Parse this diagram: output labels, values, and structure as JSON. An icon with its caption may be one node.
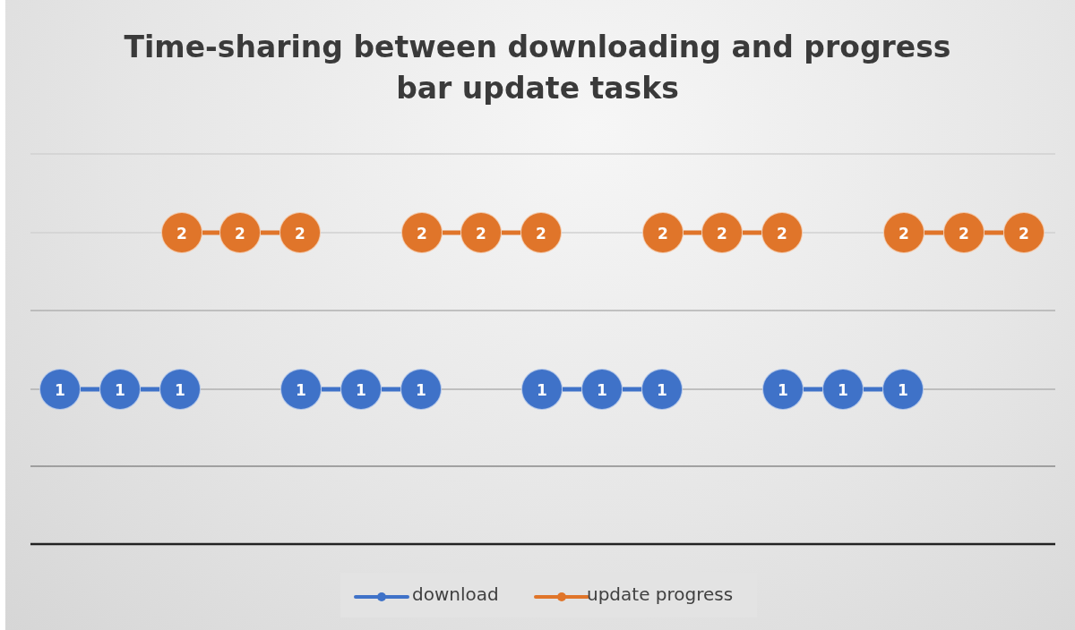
{
  "diagram": {
    "title": "Time-sharing between downloading and progress bar update tasks",
    "nodes": [
      {
        "text": [
          "2"
        ]
      },
      {
        "text": [
          "2"
        ]
      },
      {
        "text": [
          "2"
        ]
      },
      {
        "text": [
          "2"
        ]
      },
      {
        "text": [
          "2"
        ]
      },
      {
        "text": [
          "2"
        ]
      },
      {
        "text": [
          "2"
        ]
      },
      {
        "text": [
          "2"
        ]
      },
      {
        "text": [
          "2"
        ]
      },
      {
        "text": [
          "2"
        ]
      },
      {
        "text": [
          "2"
        ]
      },
      {
        "text": [
          "2"
        ]
      },
      {
        "text": [
          "1"
        ]
      },
      {
        "text": [
          "1"
        ]
      },
      {
        "text": [
          "1"
        ]
      },
      {
        "text": [
          "1"
        ]
      },
      {
        "text": [
          "1"
        ]
      },
      {
        "text": [
          "1"
        ]
      },
      {
        "text": [
          "1"
        ]
      },
      {
        "text": [
          "1"
        ]
      },
      {
        "text": [
          "1"
        ]
      },
      {
        "text": [
          "1"
        ]
      },
      {
        "text": [
          "1"
        ]
      },
      {
        "text": [
          "1"
        ]
      }
    ],
    "edges": [
      {
        "from": 0,
        "to": 1,
        "arrow": "none"
      },
      {
        "from": 1,
        "to": 2,
        "arrow": "none"
      },
      {
        "from": 3,
        "to": 4,
        "arrow": "none"
      },
      {
        "from": 4,
        "to": 5,
        "arrow": "none"
      },
      {
        "from": 6,
        "to": 7,
        "arrow": "none"
      },
      {
        "from": 7,
        "to": 8,
        "arrow": "none"
      },
      {
        "from": 9,
        "to": 10,
        "arrow": "none"
      },
      {
        "from": 10,
        "to": 11,
        "arrow": "none"
      },
      {
        "from": 12,
        "to": 13,
        "arrow": "none",
        "color": "#3f72c8"
      },
      {
        "from": 13,
        "to": 14,
        "arrow": "none",
        "color": "#3f72c8"
      },
      {
        "from": 15,
        "to": 16,
        "arrow": "none",
        "color": "#3f72c8"
      },
      {
        "from": 16,
        "to": 17,
        "arrow": "none",
        "color": "#3f72c8"
      },
      {
        "from": 18,
        "to": 19,
        "arrow": "none",
        "color": "#3f72c8"
      },
      {
        "from": 19,
        "to": 20,
        "arrow": "none",
        "color": "#3f72c8"
      },
      {
        "from": 21,
        "to": 22,
        "arrow": "none",
        "color": "#3f72c8"
      },
      {
        "from": 22,
        "to": 23,
        "arrow": "none",
        "color": "#3f72c8"
      }
    ],
    "legend": [
      {
        "text": "download"
      },
      {
        "text": "update progress"
      }
    ]
  }
}
